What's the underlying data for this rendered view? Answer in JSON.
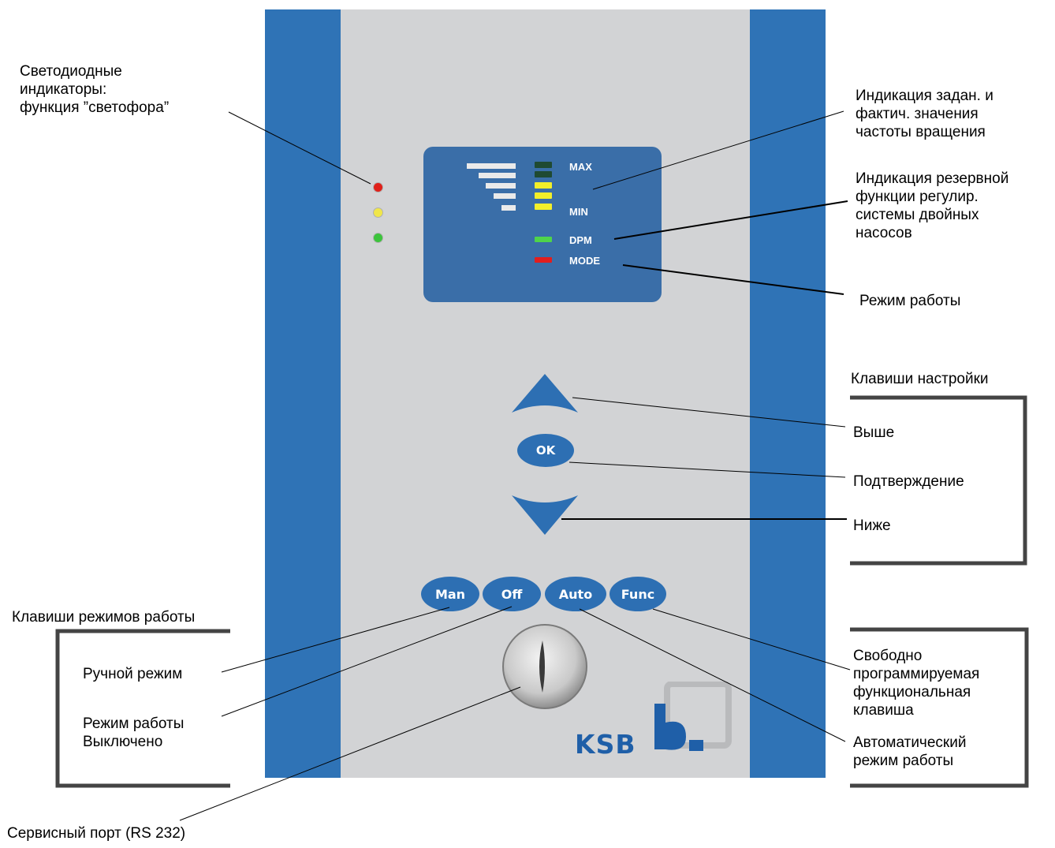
{
  "colors": {
    "panel_blue": "#2f73b6",
    "panel_grey": "#d2d3d5",
    "display_bg": "#3a6ea8",
    "led_red": "#e0201a",
    "led_yellow": "#f0e64a",
    "led_green": "#3cc43c"
  },
  "display": {
    "max": "MAX",
    "min": "MIN",
    "dpm": "DPM",
    "mode": "MODE"
  },
  "buttons": {
    "ok": "OK",
    "man": "Man",
    "off": "Off",
    "auto": "Auto",
    "func": "Func"
  },
  "logo": {
    "text": "KSB"
  },
  "labels": {
    "leds": "Светодиодные\nиндикаторы:\nфункция ”светофора”",
    "speed": "Индикация задан. и\nфактич. значения\nчастоты вращения",
    "reserve": "Индикация резервной\nфункции регулир.\nсистемы двойных\nнасосов",
    "mode": "Режим работы",
    "setting_keys": "Клавиши настройки",
    "up": "Выше",
    "confirm": "Подтверждение",
    "down": "Ниже",
    "mode_keys": "Клавиши режимов работы",
    "manual": "Ручной режим",
    "off": "Режим работы\nВыключено",
    "free_func": "Свободно\nпрограммируемая\nфункциональная\nклавиша",
    "auto": "Автоматический\nрежим работы",
    "service": "Сервисный порт (RS 232)"
  }
}
